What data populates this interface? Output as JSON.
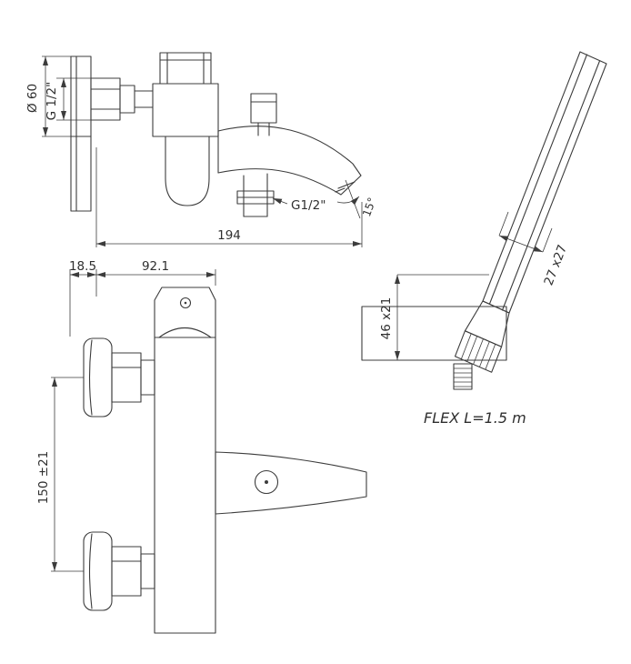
{
  "page": {
    "background": "#ffffff",
    "line_color": "#3c3c3c"
  },
  "views": {
    "side": {
      "dim_flange_diameter": "Ø 60",
      "dim_inlet_thread": "G 1/2\"",
      "dim_outlet_thread": "G1/2\"",
      "dim_spout_angle": "15°",
      "dim_total_depth": "194"
    },
    "front": {
      "dim_wall_offset": "18.5",
      "dim_body_depth": "92.1",
      "dim_centers_height": "150 ±21"
    },
    "handshower": {
      "dim_handle_section": "27 x27",
      "dim_head_size": "46 x21",
      "note_flex": "FLEX  L=1.5 m"
    }
  }
}
